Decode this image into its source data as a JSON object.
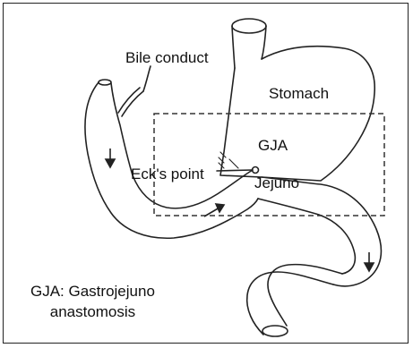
{
  "labels": {
    "bile": "Bile conduct",
    "stomach": "Stomach",
    "gja": "GJA",
    "ecks": "Eck's point",
    "jejuno": "Jejuno"
  },
  "legend": {
    "line1": "GJA: Gastrojejuno",
    "line2": "anastomosis"
  },
  "colors": {
    "ink": "#222222",
    "background": "#ffffff"
  }
}
